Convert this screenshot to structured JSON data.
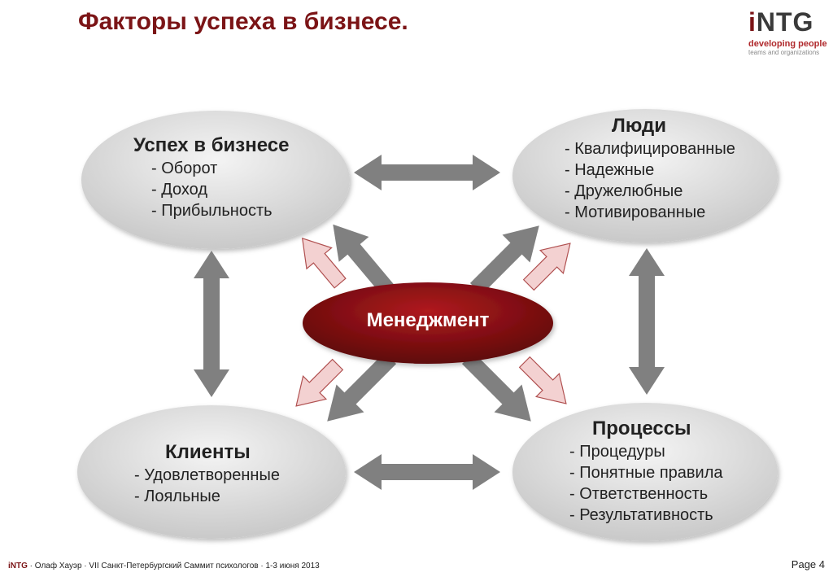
{
  "title": "Факторы успеха в бизнесе.",
  "logo": {
    "mark_i": "i",
    "mark_rest": "NTG",
    "line1": "developing people",
    "line2": "teams and organizations"
  },
  "nodes": {
    "success": {
      "heading": "Успех в бизнесе",
      "items": [
        "- Оборот",
        "- Доход",
        "- Прибыльность"
      ]
    },
    "people": {
      "heading": "Люди",
      "items": [
        "- Квалифицированные",
        "- Надежные",
        "- Дружелюбные",
        "- Мотивированные"
      ]
    },
    "clients": {
      "heading": "Клиенты",
      "items": [
        "- Удовлетворенные",
        "- Лояльные"
      ]
    },
    "processes": {
      "heading": "Процессы",
      "items": [
        "- Процедуры",
        "- Понятные правила",
        "- Ответственность",
        "- Результативность"
      ]
    },
    "management": {
      "label": "Менеджмент"
    }
  },
  "colors": {
    "title": "#7b1416",
    "ellipse": "#dcdcdc",
    "arrow_grey": "#808080",
    "arrow_pink": "#f3d1d1",
    "management": "#7a0c0e"
  },
  "footer": {
    "brand": "iNTG",
    "text": " · Олаф Хауэр · VII Санкт-Петербургский Саммит психологов · 1-3 июня 2013",
    "page": "Page 4"
  }
}
